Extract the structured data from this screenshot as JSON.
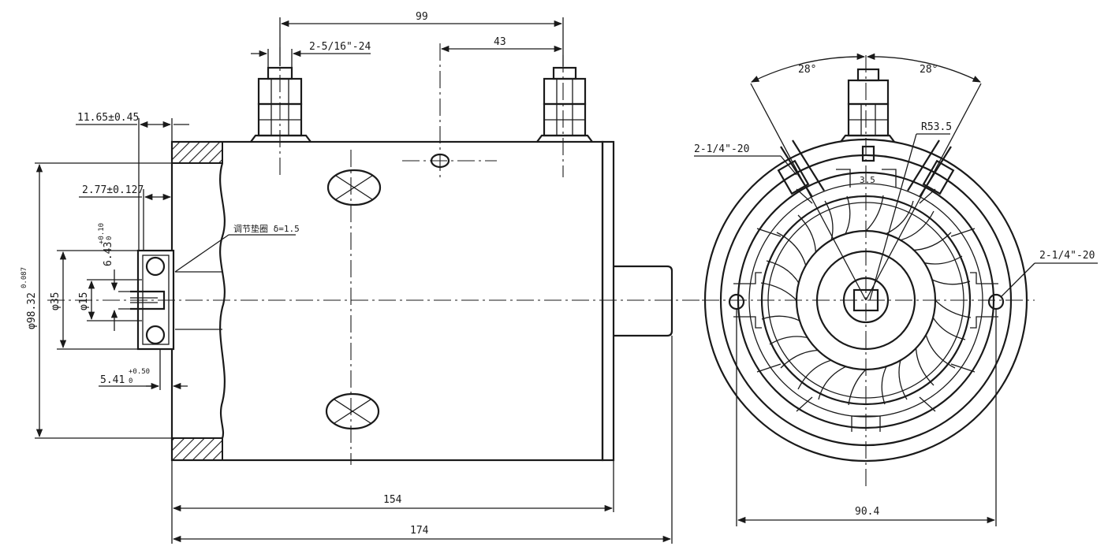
{
  "dimensions": {
    "top_span": "99",
    "terminal_offset": "43",
    "terminal_thread": "2-5/16\"-24",
    "flange_thickness": "11.65±0.45",
    "bearing_width": "2.77±0.127",
    "gasket_note": "调节垫圈 δ=1.5",
    "shaft_key_tol": "6.43",
    "shaft_key_sup_a": "+0.10",
    "shaft_key_sup_b": "0",
    "dia_35": "φ35",
    "dia_15": "φ15",
    "dia_98": "φ98.32",
    "dia_98_sup": "0.087",
    "bottom_step": "5.41",
    "bottom_step_sup_a": "+0.50",
    "bottom_step_sup_b": "0",
    "body_length": "154",
    "total_length": "174",
    "end_angle_left": "28°",
    "end_angle_right": "28°",
    "end_thread_left": "2-1/4\"-20",
    "end_thread_right": "2-1/4\"-20",
    "end_radius": "R53.5",
    "end_slot": "3.5",
    "end_width": "90.4"
  }
}
